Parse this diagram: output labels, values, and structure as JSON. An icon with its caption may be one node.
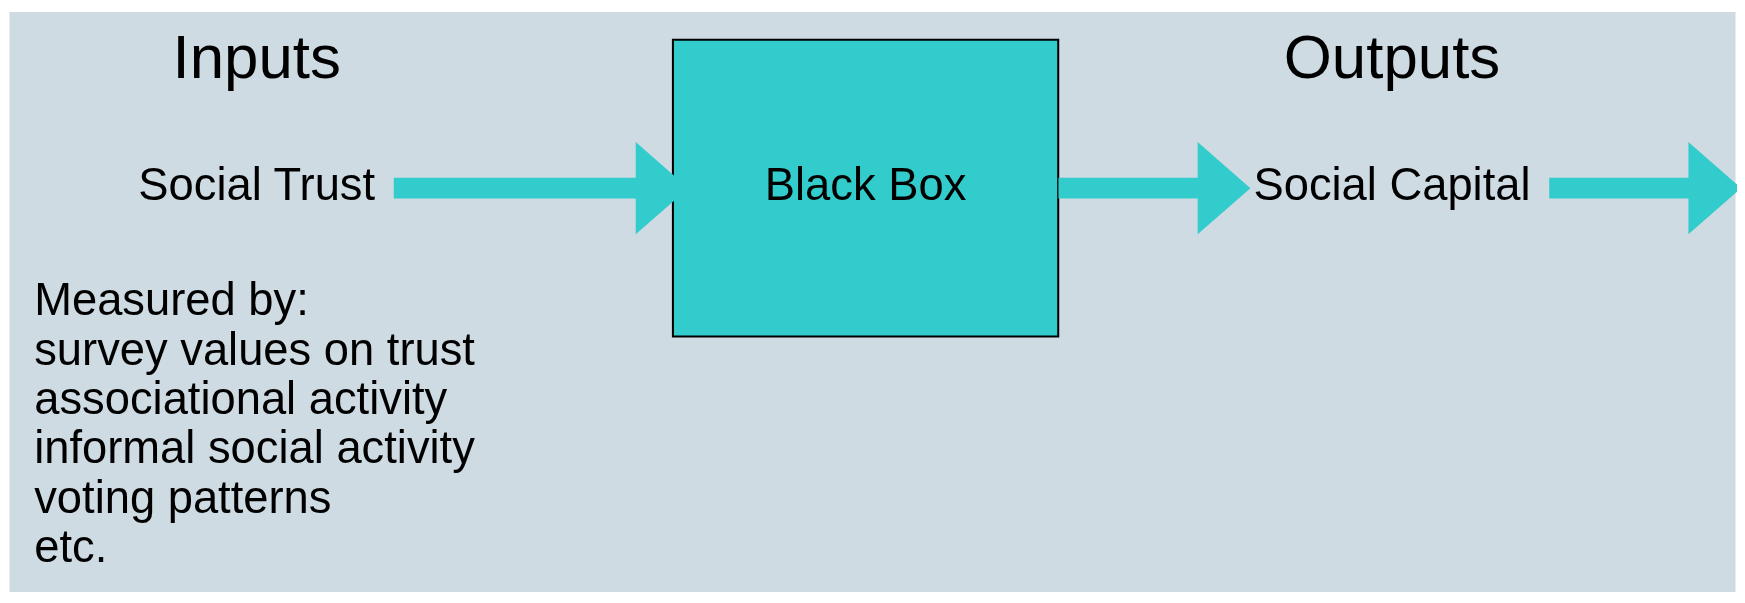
{
  "diagram": {
    "nodes": [
      {
        "text": [
          "Social Trust"
        ]
      },
      {
        "text": [
          "Black Box"
        ]
      },
      {
        "text": [
          "Social Capital"
        ]
      }
    ],
    "edges": [
      {
        "from": 0,
        "to": 1,
        "arrow": "to"
      },
      {
        "from": 1,
        "to": 2,
        "arrow": "to"
      },
      {
        "from": 2,
        "to": null,
        "arrow": "to"
      }
    ],
    "labels": [
      "Inputs",
      "Outputs",
      "Measured by:",
      "survey values on trust",
      "associational activity",
      "informal social activity",
      "voting patterns",
      "etc."
    ]
  }
}
